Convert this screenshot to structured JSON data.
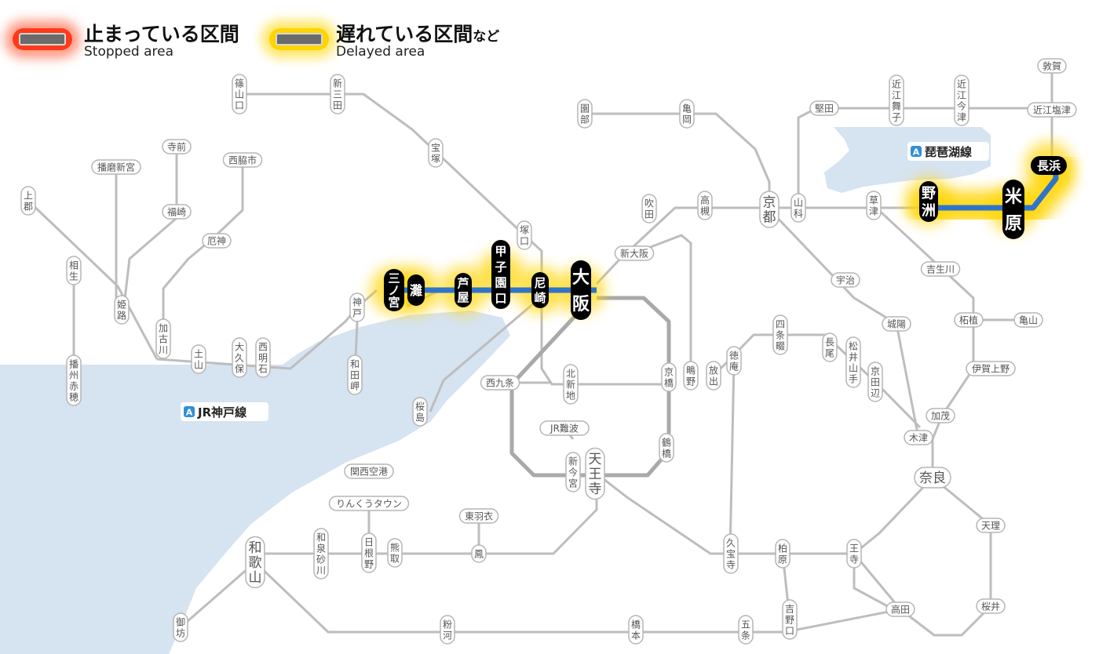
{
  "legend": {
    "stopped": {
      "ja": "止まっている区間",
      "en": "Stopped area"
    },
    "delayed": {
      "ja": "遅れている区間",
      "suffix": "など",
      "en": "Delayed area"
    }
  },
  "lines": {
    "kobe": {
      "badge": "A",
      "name": "JR神戸線"
    },
    "biwako": {
      "badge": "A",
      "name": "琵琶湖線"
    }
  },
  "colors": {
    "water": "#d6e3f1",
    "track": "#bdbdbd",
    "loop": "#a9a9a9",
    "label_bg": "#ffffff",
    "label_border": "#b5b5b5",
    "label_text": "#555555",
    "affected_line": "#2f74c9",
    "delay_glow": "#ffd400",
    "major_bg": "#000000",
    "major_text": "#ffffff",
    "badge": "#2f8fd8"
  },
  "stations": [
    {
      "id": "sasayamaguchi",
      "name": "篠山口",
      "orient": "v"
    },
    {
      "id": "shinsanda",
      "name": "新三田",
      "orient": "v"
    },
    {
      "id": "takarazuka",
      "name": "宝塚",
      "orient": "v"
    },
    {
      "id": "tsukaguchi",
      "name": "塚口",
      "orient": "v"
    },
    {
      "id": "sonobe",
      "name": "園部",
      "orient": "v"
    },
    {
      "id": "kameoka",
      "name": "亀岡",
      "orient": "v"
    },
    {
      "id": "katata",
      "name": "堅田",
      "orient": "h"
    },
    {
      "id": "omimaiko",
      "name": "近江舞子",
      "orient": "v"
    },
    {
      "id": "omiimazu",
      "name": "近江今津",
      "orient": "v"
    },
    {
      "id": "tsuruga",
      "name": "敦賀",
      "orient": "h"
    },
    {
      "id": "omishiotsu",
      "name": "近江塩津",
      "orient": "h"
    },
    {
      "id": "teramae",
      "name": "寺前",
      "orient": "h"
    },
    {
      "id": "harimashingu",
      "name": "播磨新宮",
      "orient": "h"
    },
    {
      "id": "nishiwakishi",
      "name": "西脇市",
      "orient": "h"
    },
    {
      "id": "kamigori",
      "name": "上郡",
      "orient": "v"
    },
    {
      "id": "fukusaki",
      "name": "福崎",
      "orient": "h"
    },
    {
      "id": "yashiro",
      "name": "厄神",
      "orient": "h"
    },
    {
      "id": "aioi",
      "name": "相生",
      "orient": "v"
    },
    {
      "id": "himeji",
      "name": "姫路",
      "orient": "v"
    },
    {
      "id": "kakogawa",
      "name": "加古川",
      "orient": "v"
    },
    {
      "id": "tsuchiyama",
      "name": "土山",
      "orient": "v"
    },
    {
      "id": "okubo",
      "name": "大久保",
      "orient": "v"
    },
    {
      "id": "nishiakashi",
      "name": "西明石",
      "orient": "v"
    },
    {
      "id": "kobe",
      "name": "神戸",
      "orient": "v"
    },
    {
      "id": "wadamisaki",
      "name": "和田岬",
      "orient": "v"
    },
    {
      "id": "banshuako",
      "name": "播州赤穂",
      "orient": "v"
    },
    {
      "id": "suita",
      "name": "吹田",
      "orient": "v"
    },
    {
      "id": "takatsuki",
      "name": "高槻",
      "orient": "v"
    },
    {
      "id": "yamashina",
      "name": "山科",
      "orient": "v"
    },
    {
      "id": "kusatsu",
      "name": "草津",
      "orient": "v"
    },
    {
      "id": "shinosaka",
      "name": "新大阪",
      "orient": "h"
    },
    {
      "id": "uji",
      "name": "宇治",
      "orient": "h"
    },
    {
      "id": "kizugawadai",
      "name": "吉生川",
      "orient": "h"
    },
    {
      "id": "tsuge",
      "name": "柘植",
      "orient": "h"
    },
    {
      "id": "kameyama",
      "name": "亀山",
      "orient": "h"
    },
    {
      "id": "joyo",
      "name": "城陽",
      "orient": "h"
    },
    {
      "id": "igaueno",
      "name": "伊賀上野",
      "orient": "h"
    },
    {
      "id": "kamo",
      "name": "加茂",
      "orient": "h"
    },
    {
      "id": "kizu",
      "name": "木津",
      "orient": "h"
    },
    {
      "id": "nara",
      "name": "奈良",
      "orient": "h",
      "big": true
    },
    {
      "id": "tenri",
      "name": "天理",
      "orient": "h"
    },
    {
      "id": "sakurai",
      "name": "桜井",
      "orient": "h"
    },
    {
      "id": "takada",
      "name": "高田",
      "orient": "h"
    },
    {
      "id": "oji",
      "name": "王寺",
      "orient": "v"
    },
    {
      "id": "kashiwara",
      "name": "柏原",
      "orient": "v"
    },
    {
      "id": "kyuhoji",
      "name": "久宝寺",
      "orient": "v"
    },
    {
      "id": "shijonawate",
      "name": "四条畷",
      "orient": "v"
    },
    {
      "id": "nagao",
      "name": "長尾",
      "orient": "v"
    },
    {
      "id": "matsuiyamate",
      "name": "松井山手",
      "orient": "v"
    },
    {
      "id": "kyotanabe",
      "name": "京田辺",
      "orient": "v"
    },
    {
      "id": "tokuan",
      "name": "徳庵",
      "orient": "v"
    },
    {
      "id": "hanaten",
      "name": "放出",
      "orient": "v"
    },
    {
      "id": "shigino",
      "name": "鴫野",
      "orient": "v"
    },
    {
      "id": "kyobashi",
      "name": "京橋",
      "orient": "v"
    },
    {
      "id": "tsuruhashi",
      "name": "鶴橋",
      "orient": "v"
    },
    {
      "id": "nishikujo",
      "name": "西九条",
      "orient": "h"
    },
    {
      "id": "sakurajima",
      "name": "桜島",
      "orient": "v"
    },
    {
      "id": "kitashinchi",
      "name": "北新地",
      "orient": "v"
    },
    {
      "id": "jrnamba",
      "name": "JR難波",
      "orient": "h"
    },
    {
      "id": "shinimamiya",
      "name": "新今宮",
      "orient": "v"
    },
    {
      "id": "kansaiairport",
      "name": "関西空港",
      "orient": "h"
    },
    {
      "id": "rinku",
      "name": "りんくうタウン",
      "orient": "h"
    },
    {
      "id": "higashihagoromo",
      "name": "東羽衣",
      "orient": "h"
    },
    {
      "id": "otori",
      "name": "鳳",
      "orient": "v"
    },
    {
      "id": "kumatori",
      "name": "熊取",
      "orient": "v"
    },
    {
      "id": "hineno",
      "name": "日根野",
      "orient": "v"
    },
    {
      "id": "izumisunagawa",
      "name": "和泉砂川",
      "orient": "v"
    },
    {
      "id": "gobo",
      "name": "御坊",
      "orient": "v"
    },
    {
      "id": "kokawa",
      "name": "粉河",
      "orient": "v"
    },
    {
      "id": "hashimoto",
      "name": "橋本",
      "orient": "v"
    },
    {
      "id": "gojo",
      "name": "五条",
      "orient": "v"
    },
    {
      "id": "yoshinoguchi",
      "name": "吉野口",
      "orient": "v"
    },
    {
      "id": "wakayama",
      "name": "和歌山",
      "orient": "v",
      "big": true
    },
    {
      "id": "kyoto",
      "name": "京都",
      "orient": "v",
      "big": true
    },
    {
      "id": "tennoji",
      "name": "天王寺",
      "orient": "v",
      "big": true
    }
  ],
  "affected_stations": [
    {
      "id": "sannomiya",
      "name": "三ノ宮"
    },
    {
      "id": "nada",
      "name": "灘"
    },
    {
      "id": "ashiya",
      "name": "芦屋"
    },
    {
      "id": "koshienguchi",
      "name": "甲子園口"
    },
    {
      "id": "amagasaki",
      "name": "尼崎"
    },
    {
      "id": "osaka",
      "name": "大阪"
    },
    {
      "id": "yasu",
      "name": "野洲"
    },
    {
      "id": "maibara",
      "name": "米原"
    },
    {
      "id": "nagahama",
      "name": "長浜"
    }
  ]
}
